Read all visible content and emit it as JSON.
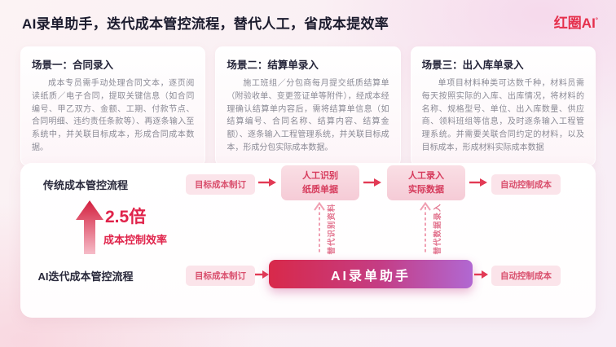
{
  "header": {
    "title": "AI录单助手，迭代成本管控流程，替代人工，省成本提效率",
    "logo_text": "红圈AI",
    "logo_mark": "°"
  },
  "scenarios": [
    {
      "title": "场景一：合同录入",
      "body": "成本专员需手动处理合同文本，逐页阅读纸质／电子合同，提取关键信息（如合同编号、甲乙双方、金额、工期、付款节点、合同明细、违约责任条款等）、再逐条输入至系统中，并关联目标成本，形成合同成本数据。"
    },
    {
      "title": "场景二：结算单录入",
      "body": "施工班组／分包商每月提交纸质结算单（附验收单、变更签证单等附件），经成本经理确认结算单内容后，需将结算单信息（如结算编号、合同名称、结算内容、结算金额）、逐条输入工程管理系统，并关联目标成本，形成分包实际成本数据。"
    },
    {
      "title": "场景三：出入库单录入",
      "body": "单项目材料种类可达数千种，材料员需每天按照实际的入库、出库情况，将材料的名称、规格型号、单位、出入库数量、供应商、领料班组等信息，及时逐条输入工程管理系统。并需要关联合同约定的材料，以及目标成本，形成材料实际成本数据"
    }
  ],
  "flow": {
    "traditional": {
      "label": "传统成本管控流程",
      "start_pill": "目标成本制订",
      "box1_line1": "人工识别",
      "box1_line2": "纸质单据",
      "box2_line1": "人工录入",
      "box2_line2": "实际数据",
      "end_pill": "自动控制成本"
    },
    "metric": {
      "value": "2.5倍",
      "label": "成本控制效率"
    },
    "replacements": [
      "替代识别资料",
      "替代数据录入"
    ],
    "ai": {
      "label": "AI迭代成本管控流程",
      "start_pill": "目标成本制订",
      "main_box": "AI录单助手",
      "end_pill": "自动控制成本"
    }
  },
  "colors": {
    "accent_red": "#e0234a",
    "pill_bg": "#fbe4ea",
    "pill_text": "#d94f6d",
    "box_text": "#d63b5c",
    "ai_gradient_start": "#d8294a",
    "ai_gradient_end": "#b168d2"
  }
}
